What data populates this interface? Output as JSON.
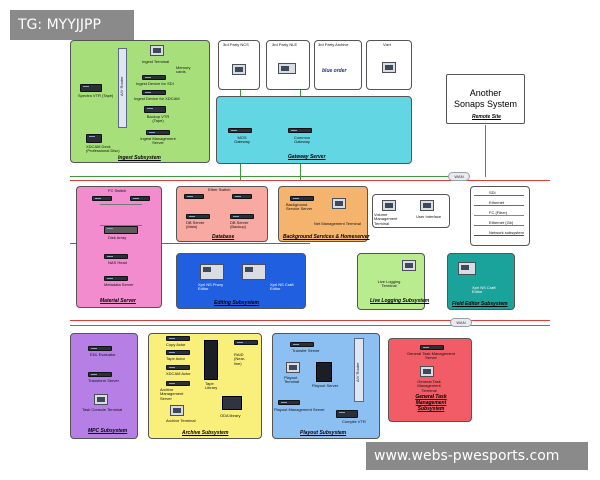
{
  "watermarks": {
    "top_left": "TG: MYYJJPP",
    "bottom_right": "www.webs-pwesports.com"
  },
  "colors": {
    "ingest": "#a7e07a",
    "gateway": "#62d6e3",
    "material": "#f28ccf",
    "databases": "#f7a9a2",
    "background": "#f4b46e",
    "editing": "#1f5fe0",
    "live_logging": "#b9ec8f",
    "field_editor": "#1aa39a",
    "mpc": "#b57fe6",
    "archive": "#f8f07a",
    "playout": "#8cc0f2",
    "general_task": "#f15c66",
    "trunk_red": "#e03a3a",
    "trunk_green": "#3a9b3a"
  },
  "ingest": {
    "title": "Ingest Subsystem",
    "router": "A/V Router",
    "items": {
      "vtr": "Spectra VTR (Tape)",
      "terminal": "Ingest Terminal",
      "memory": "Memory cards",
      "device_sdi": "Ingest Device for SDI",
      "device_xdcam": "Ingest Device for XDCAM",
      "backup_vtr": "Backup VTR (Tape)",
      "xdcam": "XDCAM Deck (Professional Disc)",
      "mgmt": "Ingest Management Server"
    }
  },
  "third_party": {
    "ncs": "3rd Party NCS",
    "nle": "3rd Party NLE",
    "archive": "3rd Party Archive",
    "vizrt": "Vizrt",
    "archive_brand": "blue order"
  },
  "gateway": {
    "title": "Gateway Server",
    "mos": "MOS Gateway",
    "common": "Common Gateway"
  },
  "remote": {
    "line1": "Another",
    "line2": "Sonaps System",
    "label": "Remote Site"
  },
  "wan_top": "WAN",
  "wan_bottom": "WAN",
  "material": {
    "title": "Material Server",
    "fc": "FC Switch",
    "disk": "Disk Array",
    "nas": "NAS Head",
    "metadata": "Metadata Server"
  },
  "databases": {
    "title": "Database",
    "ether": "Ether Switch",
    "main": "DB Server (Main)",
    "backup": "DB Server (Backup)"
  },
  "background": {
    "title": "Background Services & Homeserver",
    "server": "Background Service Server",
    "net": "Net Management Terminal"
  },
  "remote_terms": {
    "volume": "Volume Management Terminal",
    "user": "User Interface"
  },
  "legend": {
    "items": [
      {
        "label": "SDI",
        "color": "#3a6bd6"
      },
      {
        "label": "Ethernet",
        "color": "#e03a3a"
      },
      {
        "label": "FC (Fiber)",
        "color": "#888888"
      },
      {
        "label": "Ethernet (Gb)",
        "color": "#3a9b3a"
      },
      {
        "label": "Network subsystem",
        "color": "#7a2aa0"
      }
    ]
  },
  "editing": {
    "title": "Editing Subsystem",
    "proxy": "Xpri NS Proxy Editor",
    "craft": "Xpri NS Craft Editor"
  },
  "live": {
    "title": "Live Logging Subsystem",
    "terminal": "Live Logging Terminal"
  },
  "field": {
    "title": "Field Editor Subsystem",
    "editor": "Xpri NS Craft Editor"
  },
  "mpc": {
    "title": "MPC Subsystem",
    "edl": "EDL Evaluator",
    "transform": "Transform Server",
    "console": "Task Console Terminal"
  },
  "archive": {
    "title": "Archive Subsystem",
    "copy": "Copy Actor",
    "tape_actor": "Tape Actor",
    "xdcam_actor": "XDCAM Actor",
    "mgmt": "Archive Management Server",
    "terminal": "Archive Terminal",
    "raid": "RAID (Near-line)",
    "tape_lib": "Tape Library",
    "oda": "ODA library"
  },
  "playout": {
    "title": "Playout Subsystem",
    "router": "A/V Router",
    "transfer": "Transfer Server",
    "terminal": "Playout Terminal",
    "ext": "Playout Server",
    "mgmt": "Playout Management Server",
    "vtr": "Compile VTR"
  },
  "general": {
    "title": "General Task Management Subsystem",
    "server": "General Task Management Server",
    "terminal": "General Task Management Terminal"
  }
}
